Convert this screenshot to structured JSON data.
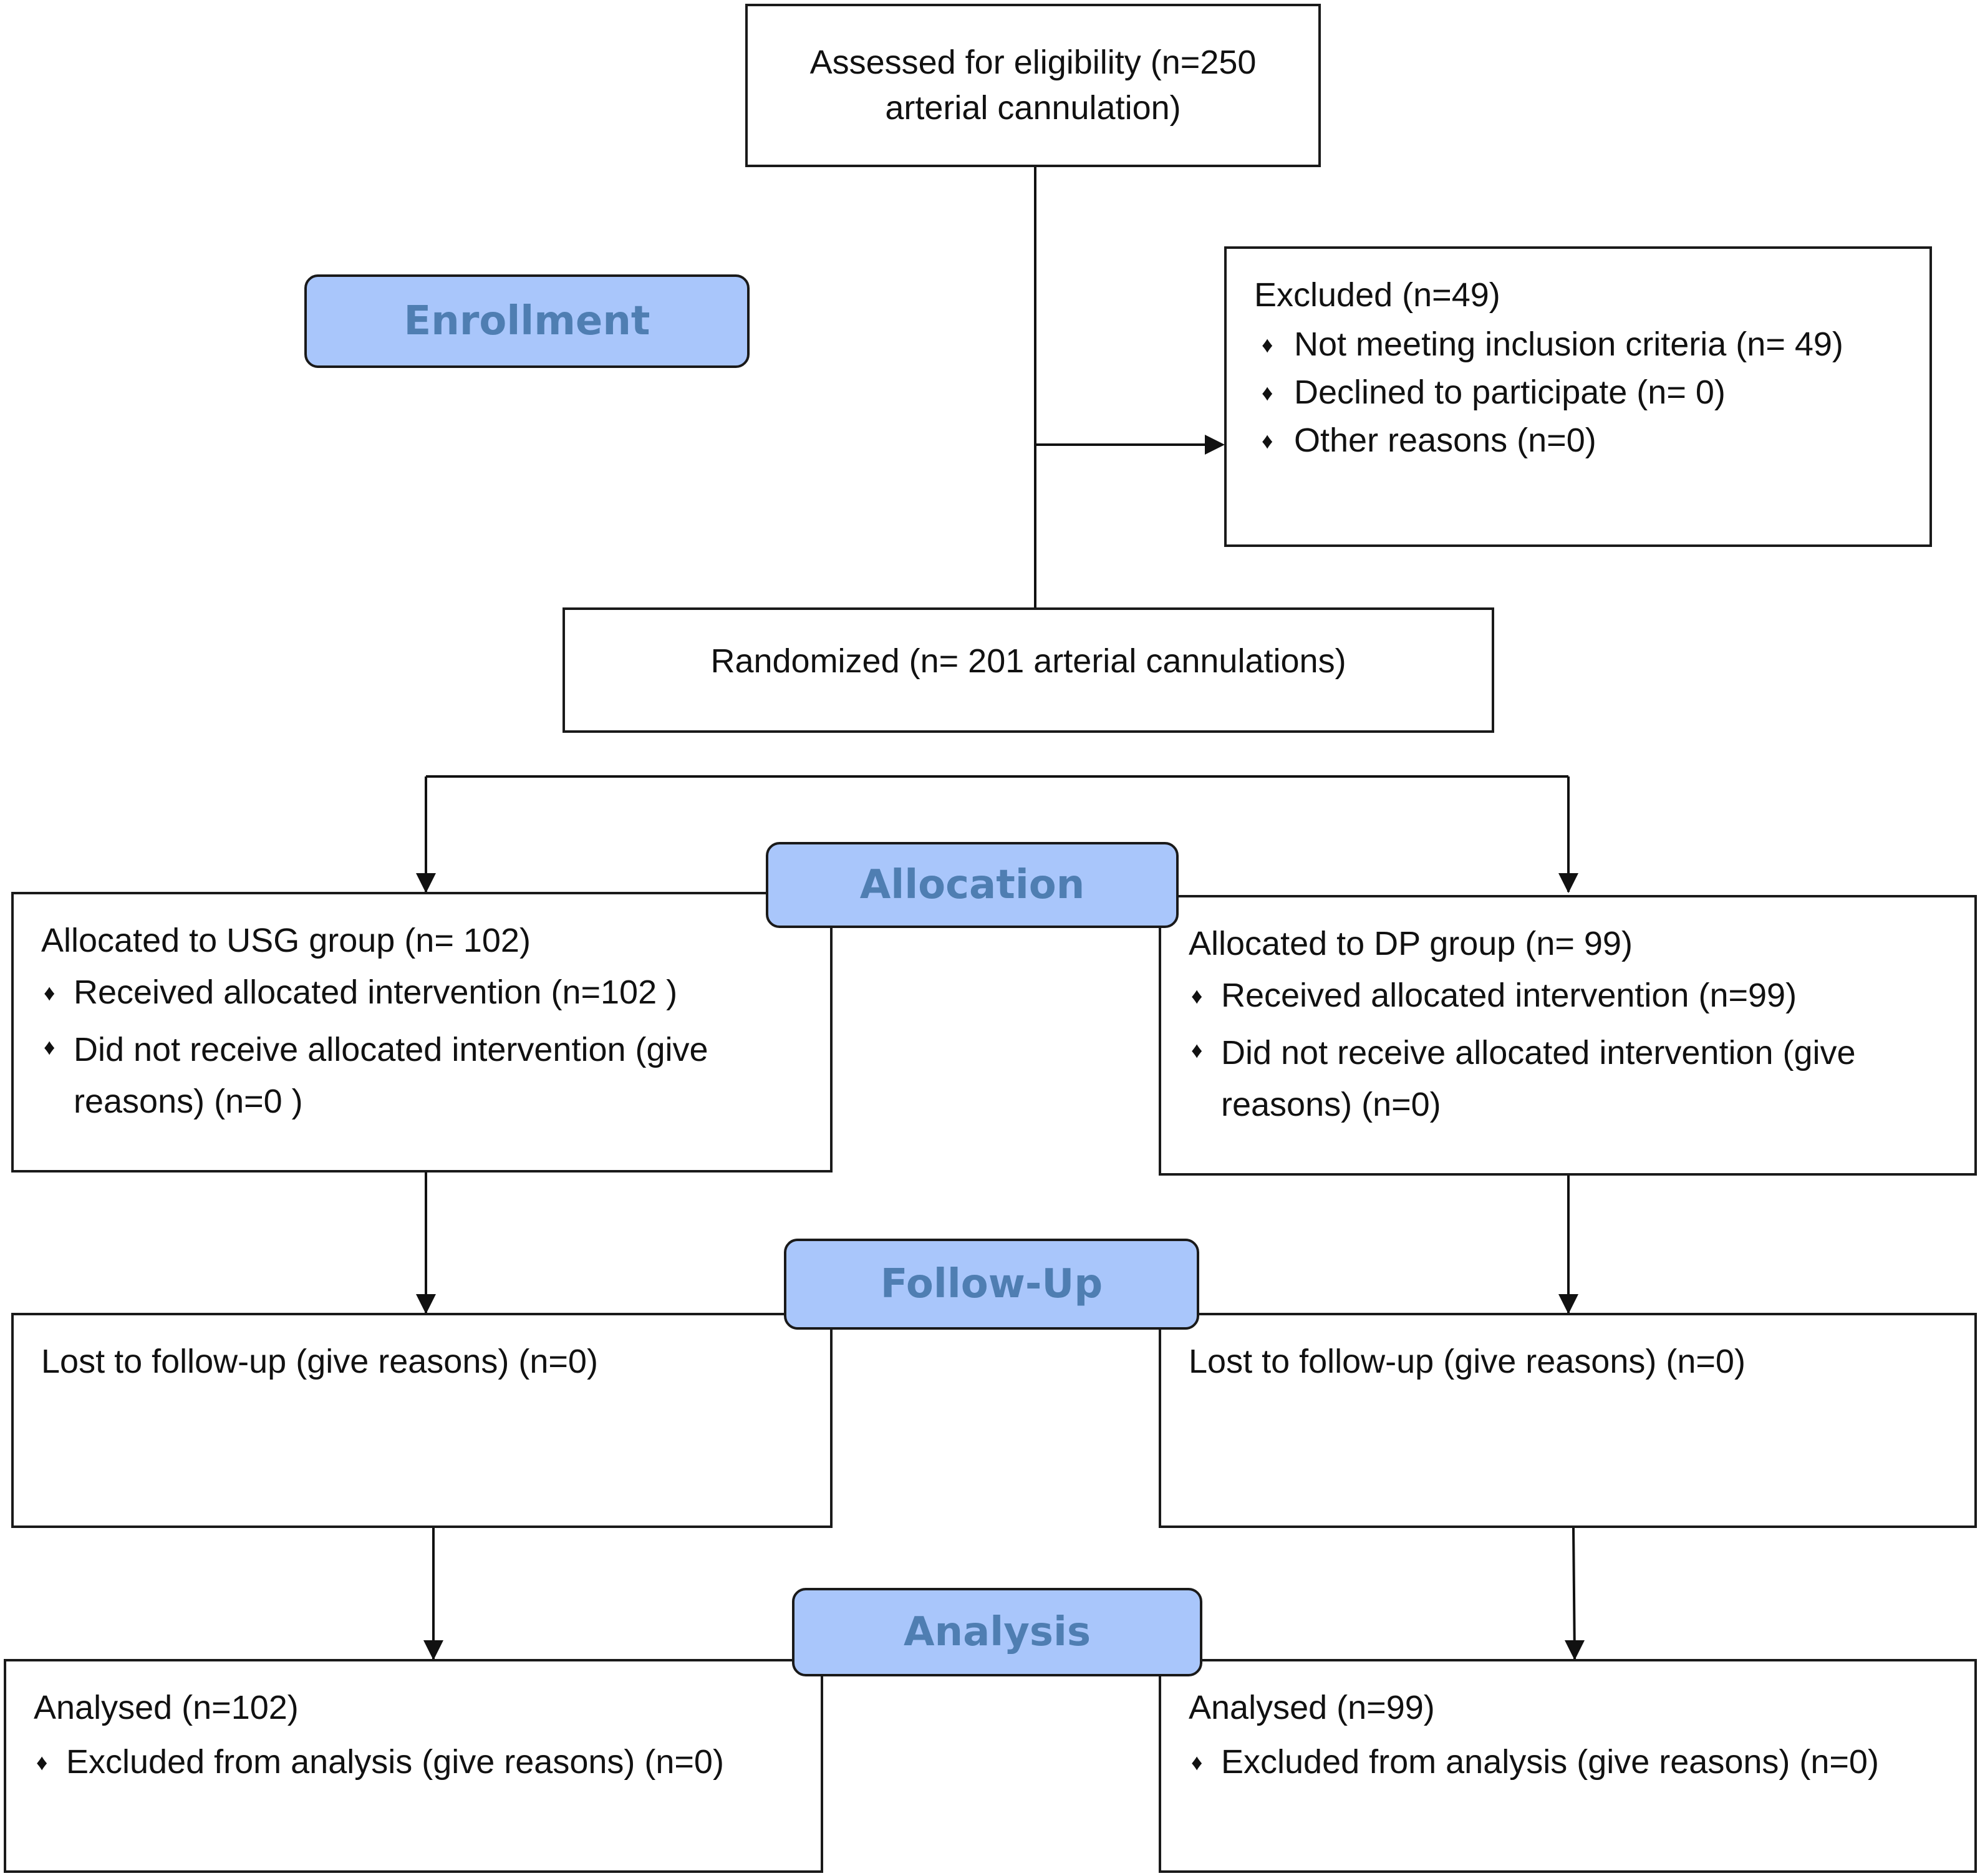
{
  "stages": {
    "enrollment": "Enrollment",
    "allocation": "Allocation",
    "follow_up": "Follow-Up",
    "analysis": "Analysis"
  },
  "assessed": {
    "text": "Assessed for eligibility (n=250 arterial cannulation)"
  },
  "excluded": {
    "title": "Excluded (n=49)",
    "items": [
      "Not meeting inclusion criteria (n= 49)",
      "Declined to participate (n= 0)",
      "Other reasons (n=0)"
    ]
  },
  "randomized": {
    "text": "Randomized (n= 201 arterial cannulations)"
  },
  "allocation_left": {
    "title": "Allocated to USG group (n= 102)",
    "items": [
      "Received allocated intervention (n=102  )",
      "Did not receive allocated intervention (give reasons) (n=0  )"
    ]
  },
  "allocation_right": {
    "title": "Allocated to DP group (n= 99)",
    "items": [
      "Received allocated intervention (n=99)",
      "Did not receive allocated intervention (give reasons) (n=0)"
    ]
  },
  "followup_left": {
    "text": "Lost to follow-up (give reasons) (n=0)"
  },
  "followup_right": {
    "text": "Lost to follow-up (give reasons) (n=0)"
  },
  "analysis_left": {
    "title": "Analysed (n=102)",
    "items": [
      "Excluded from analysis (give reasons) (n=0)"
    ]
  },
  "analysis_right": {
    "title": "Analysed (n=99)",
    "items": [
      "Excluded from analysis (give reasons) (n=0)"
    ]
  },
  "bullet_symbol": "♦"
}
